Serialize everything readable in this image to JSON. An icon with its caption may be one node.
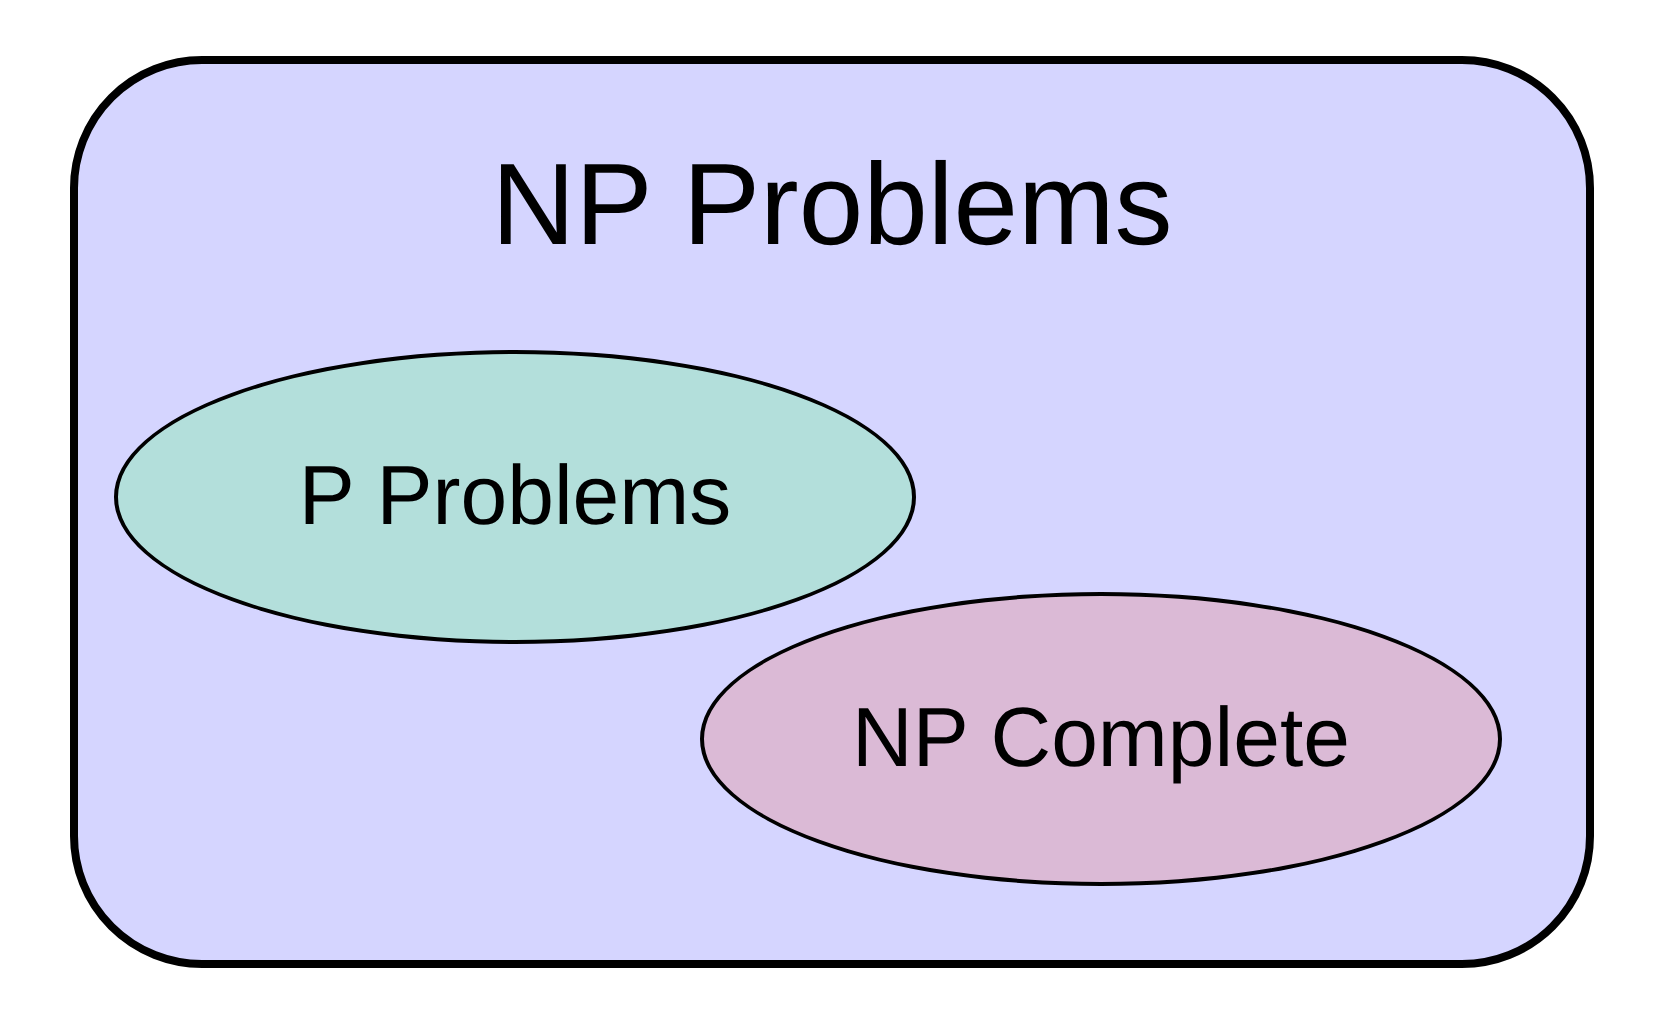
{
  "diagram": {
    "nodes": [
      {
        "text": [
          "NP Problems"
        ]
      },
      {
        "text": [
          "P Problems"
        ],
        "in": 0
      },
      {
        "text": [
          "NP Complete"
        ],
        "in": 0
      }
    ]
  }
}
